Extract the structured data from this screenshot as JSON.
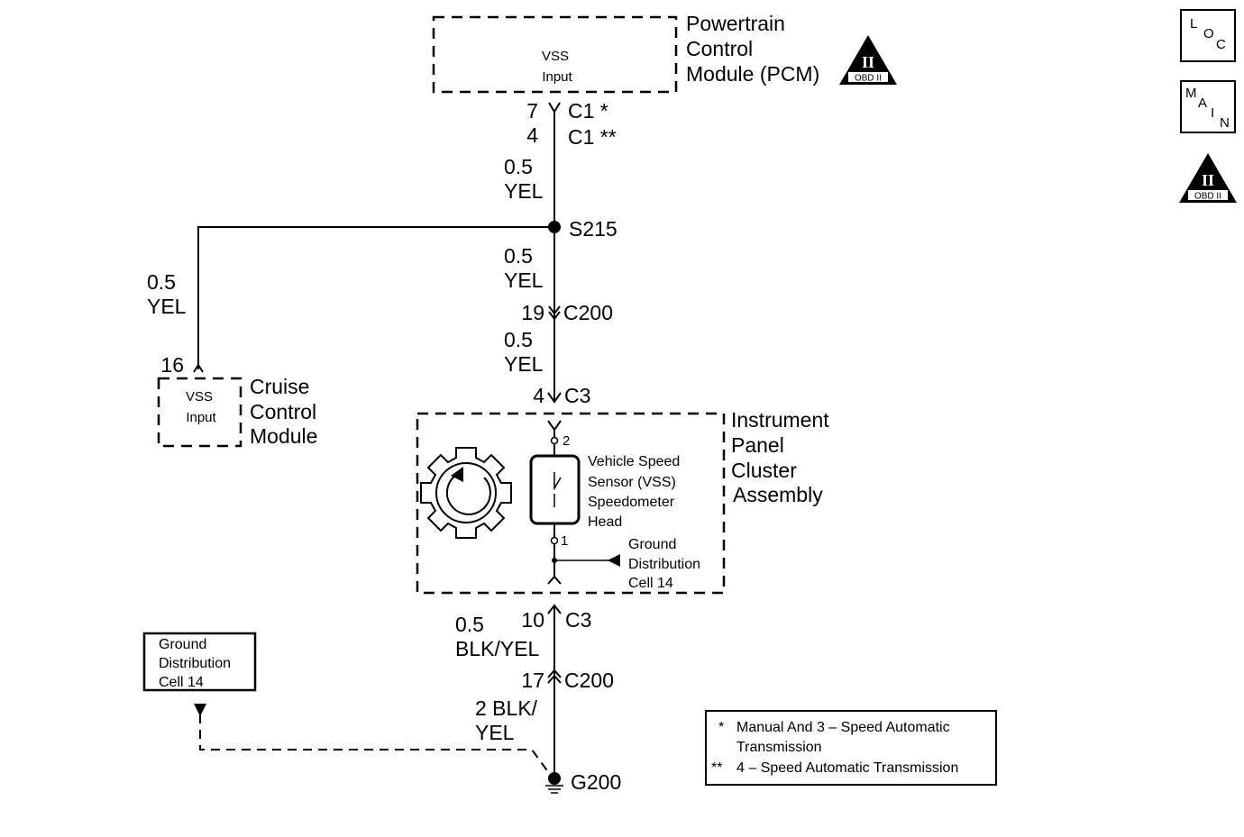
{
  "pcm": {
    "name": [
      "Powertrain",
      "Control",
      "Module (PCM)"
    ],
    "input": [
      "VSS",
      "Input"
    ],
    "pins": [
      {
        "pin": "7",
        "conn": "C1 *"
      },
      {
        "pin": "4",
        "conn": "C1 **"
      }
    ]
  },
  "wires": {
    "pcm_to_splice": [
      "0.5",
      "YEL"
    ],
    "splice_to_c200": [
      "0.5",
      "YEL"
    ],
    "c200_to_c3": [
      "0.5",
      "YEL"
    ],
    "splice_to_cruise": [
      "0.5",
      "YEL"
    ],
    "ground_upper": [
      "0.5",
      "BLK/YEL"
    ],
    "ground_lower": [
      "2 BLK/",
      "YEL"
    ]
  },
  "splice": "S215",
  "connectors": {
    "c200_top": {
      "pin": "19",
      "conn": "C200"
    },
    "c3_top": {
      "pin": "4",
      "conn": "C3"
    },
    "c3_bottom": {
      "pin": "10",
      "conn": "C3"
    },
    "c200_bottom": {
      "pin": "17",
      "conn": "C200"
    }
  },
  "cruise": {
    "name": [
      "Cruise",
      "Control",
      "Module"
    ],
    "input": [
      "VSS",
      "Input"
    ],
    "pin": "16"
  },
  "cluster": {
    "name": [
      "Instrument",
      "Panel",
      "Cluster",
      "Assembly"
    ],
    "sensor": [
      "Vehicle Speed",
      "Sensor (VSS)",
      "Speedometer",
      "Head"
    ],
    "pin_top": "2",
    "pin_bottom": "1",
    "ground_ref": [
      "Ground",
      "Distribution",
      "Cell 14"
    ]
  },
  "ground_box": [
    "Ground",
    "Distribution",
    "Cell 14"
  ],
  "ground_point": "G200",
  "legend": {
    "line1": [
      "*",
      "Manual And 3 – Speed Automatic"
    ],
    "line2": "Transmission",
    "line3": [
      "**",
      "4 – Speed Automatic Transmission"
    ]
  },
  "badge": {
    "numeral": "II",
    "label": "OBD II"
  },
  "nav": {
    "loc": [
      "L",
      "O",
      "C"
    ],
    "main": [
      "M",
      "A",
      "I",
      "N"
    ]
  }
}
